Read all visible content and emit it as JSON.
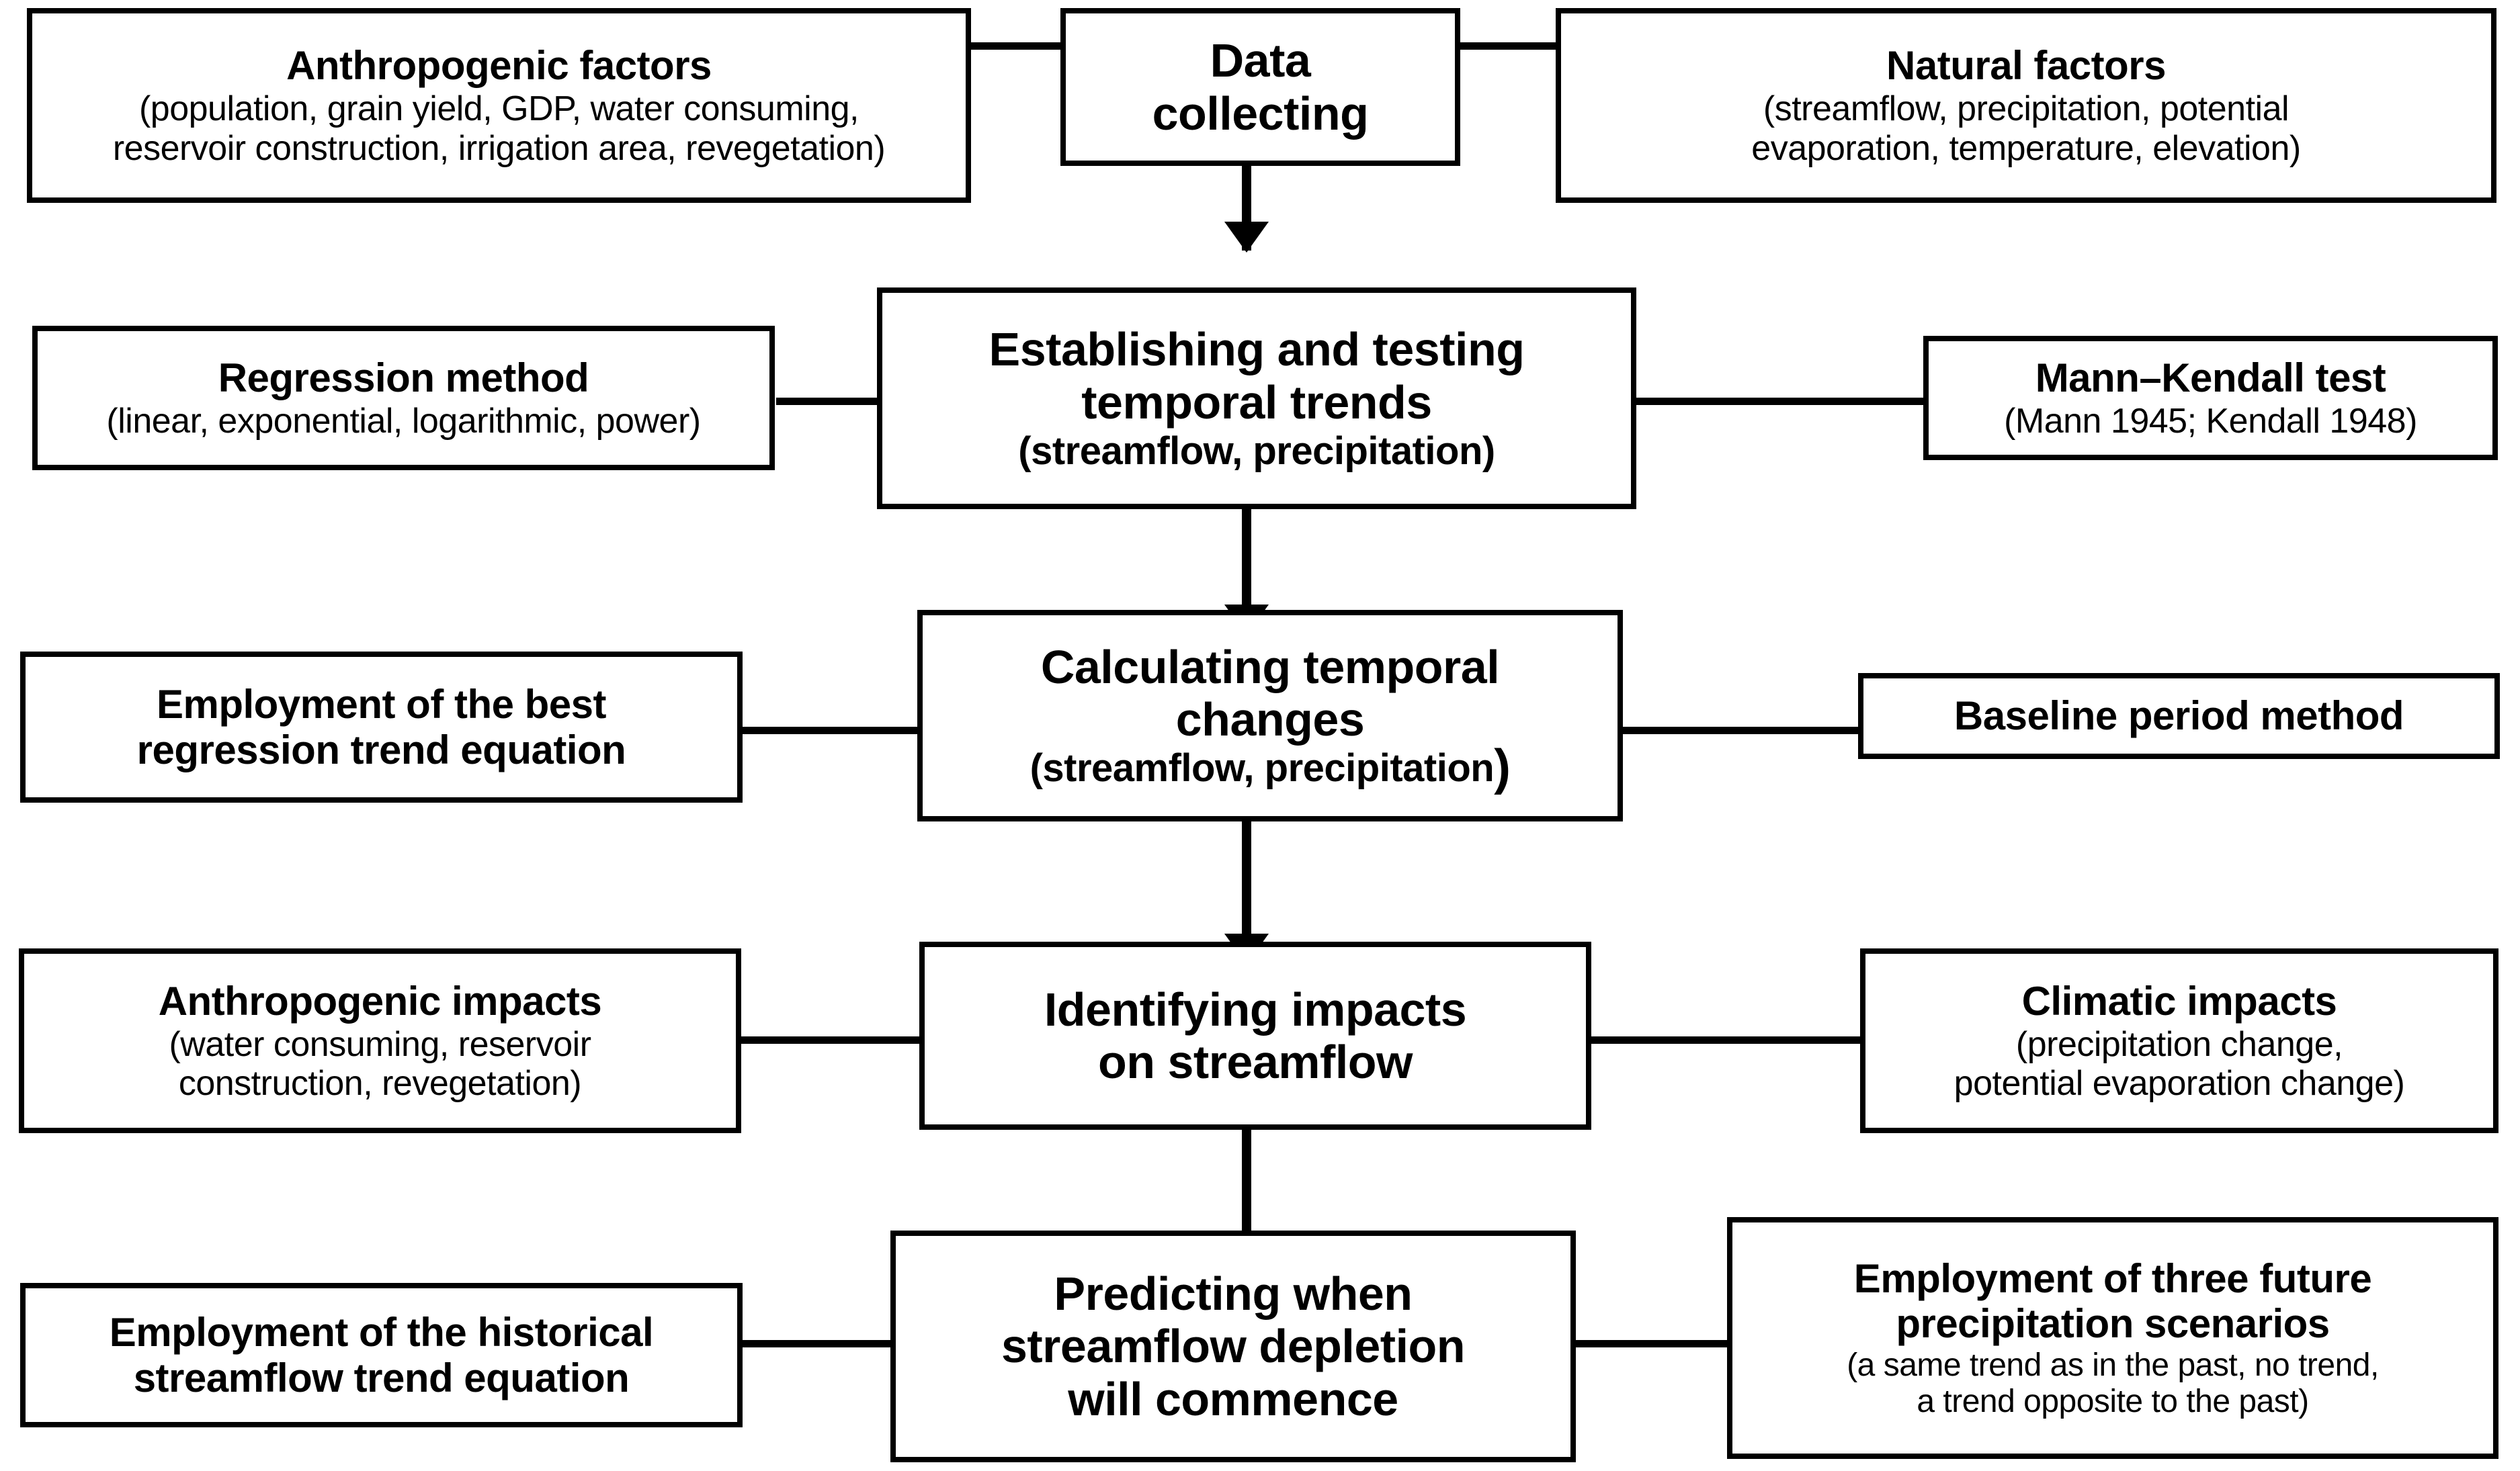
{
  "diagram": {
    "type": "flowchart",
    "title": "Research methodology flowchart for streamflow depletion analysis",
    "orientation": "top-to-bottom with lateral annotation boxes",
    "colors": {
      "stroke": "#000000",
      "fill": "#ffffff",
      "text": "#000000"
    },
    "stages": [
      {
        "id": "stage-1",
        "center": {
          "title": "Data\ncollecting",
          "sub": ""
        },
        "left": {
          "title": "Anthropogenic factors",
          "sub": "(population, grain yield, GDP, water consuming,\nreservoir construction, irrigation area, revegetation)"
        },
        "right": {
          "title": "Natural factors",
          "sub": "(streamflow, precipitation, potential\nevaporation, temperature, elevation)"
        }
      },
      {
        "id": "stage-2",
        "center": {
          "title": "Establishing and testing\ntemporal trends",
          "sub": "(streamflow, precipitation)"
        },
        "left": {
          "title": "Regression method",
          "sub": "(linear, exponential, logarithmic, power)"
        },
        "right": {
          "title": "Mann–Kendall test",
          "sub": "(Mann 1945; Kendall 1948)"
        }
      },
      {
        "id": "stage-3",
        "center": {
          "title": "Calculating temporal\nchanges",
          "sub": "(streamflow, precipitation)"
        },
        "left": {
          "title": "Employment of the best\nregression trend equation",
          "sub": ""
        },
        "right": {
          "title": "Baseline period method",
          "sub": ""
        }
      },
      {
        "id": "stage-4",
        "center": {
          "title": "Identifying impacts\non streamflow",
          "sub": ""
        },
        "left": {
          "title": "Anthropogenic impacts",
          "sub": "(water consuming, reservoir\nconstruction, revegetation)"
        },
        "right": {
          "title": "Climatic impacts",
          "sub": "(precipitation change,\npotential evaporation change)"
        }
      },
      {
        "id": "stage-5",
        "center": {
          "title": "Predicting when\nstreamflow depletion\nwill commence",
          "sub": ""
        },
        "left": {
          "title": "Employment of the historical\nstreamflow trend equation",
          "sub": ""
        },
        "right": {
          "title": "Employment of three future\nprecipitation scenarios",
          "sub": "(a same trend as in the past, no trend,\n a  trend opposite to the past)"
        }
      }
    ],
    "flow_arrows": [
      {
        "from": "Data collecting",
        "to": "Establishing and testing temporal trends"
      },
      {
        "from": "Establishing and testing temporal trends",
        "to": "Calculating temporal changes"
      },
      {
        "from": "Calculating temporal changes",
        "to": "Identifying impacts on streamflow"
      },
      {
        "from": "Identifying impacts on streamflow",
        "to": "Predicting when streamflow depletion will commence"
      }
    ]
  }
}
